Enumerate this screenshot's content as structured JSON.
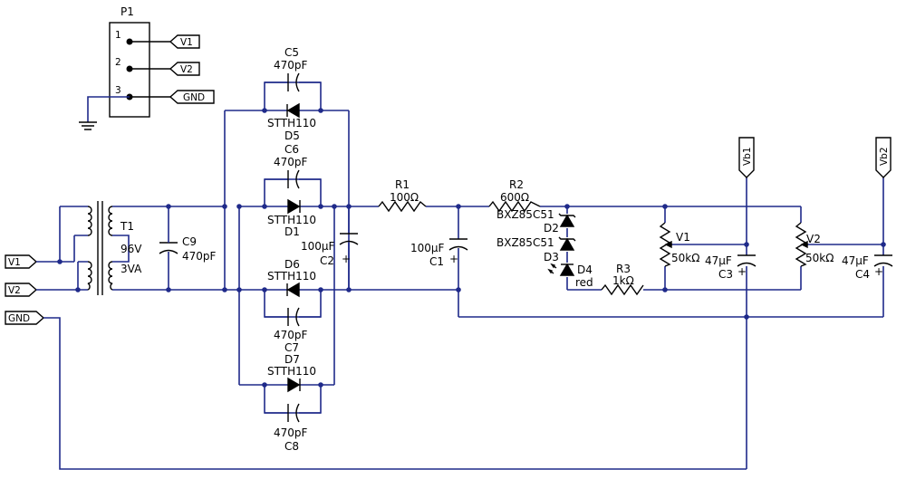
{
  "connector": {
    "ref": "P1",
    "pins": [
      "1",
      "2",
      "3"
    ]
  },
  "nets": {
    "v1": "V1",
    "v2": "V2",
    "gnd": "GND",
    "vb1": "Vb1",
    "vb2": "Vb2"
  },
  "transformer": {
    "ref": "T1",
    "voltage": "96V",
    "power": "3VA"
  },
  "capacitors": {
    "c9": {
      "ref": "C9",
      "value": "470pF"
    },
    "c5": {
      "ref": "C5",
      "value": "470pF"
    },
    "c6": {
      "ref": "C6",
      "value": "470pF"
    },
    "c7": {
      "ref": "C7",
      "value": "470pF"
    },
    "c8": {
      "ref": "C8",
      "value": "470pF"
    },
    "c2": {
      "ref": "C2",
      "value": "100µF",
      "polarity": "+"
    },
    "c1": {
      "ref": "C1",
      "value": "100µF",
      "polarity": "+"
    },
    "c3": {
      "ref": "C3",
      "value": "47µF",
      "polarity": "+"
    },
    "c4": {
      "ref": "C4",
      "value": "47µF",
      "polarity": "+"
    }
  },
  "diodes": {
    "d5": {
      "ref": "D5",
      "part": "STTH110"
    },
    "d1": {
      "ref": "D1",
      "part": "STTH110"
    },
    "d6": {
      "ref": "D6",
      "part": "STTH110"
    },
    "d7": {
      "ref": "D7",
      "part": "STTH110"
    },
    "d2": {
      "ref": "D2",
      "part": "BXZ85C51"
    },
    "d3": {
      "ref": "D3",
      "part": "BXZ85C51"
    },
    "d4": {
      "ref": "D4",
      "part": "red"
    }
  },
  "resistors": {
    "r1": {
      "ref": "R1",
      "value": "100Ω"
    },
    "r2": {
      "ref": "R2",
      "value": "600Ω"
    },
    "r3": {
      "ref": "R3",
      "value": "1kΩ"
    }
  },
  "pots": {
    "v1": {
      "ref": "V1",
      "value": "50kΩ"
    },
    "v2": {
      "ref": "V2",
      "value": "50kΩ"
    }
  }
}
